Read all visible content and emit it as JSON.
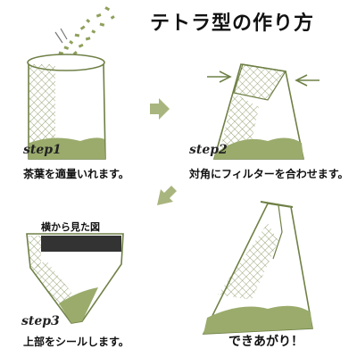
{
  "title": "テトラ型の作り方",
  "steps": [
    {
      "label": "step1",
      "caption": "茶葉を適量いれます。"
    },
    {
      "label": "step2",
      "caption": "対角にフィルターを合わせます。"
    },
    {
      "label": "step3",
      "caption": "上部をシールします。"
    }
  ],
  "side_view_label": "横から見た図",
  "final_caption": "できあがり！",
  "colors": {
    "tea": "#9aab6c",
    "outline": "#6f8046",
    "mesh": "#7d8d52",
    "arrow": "#a9b57e",
    "seal": "#333333"
  }
}
